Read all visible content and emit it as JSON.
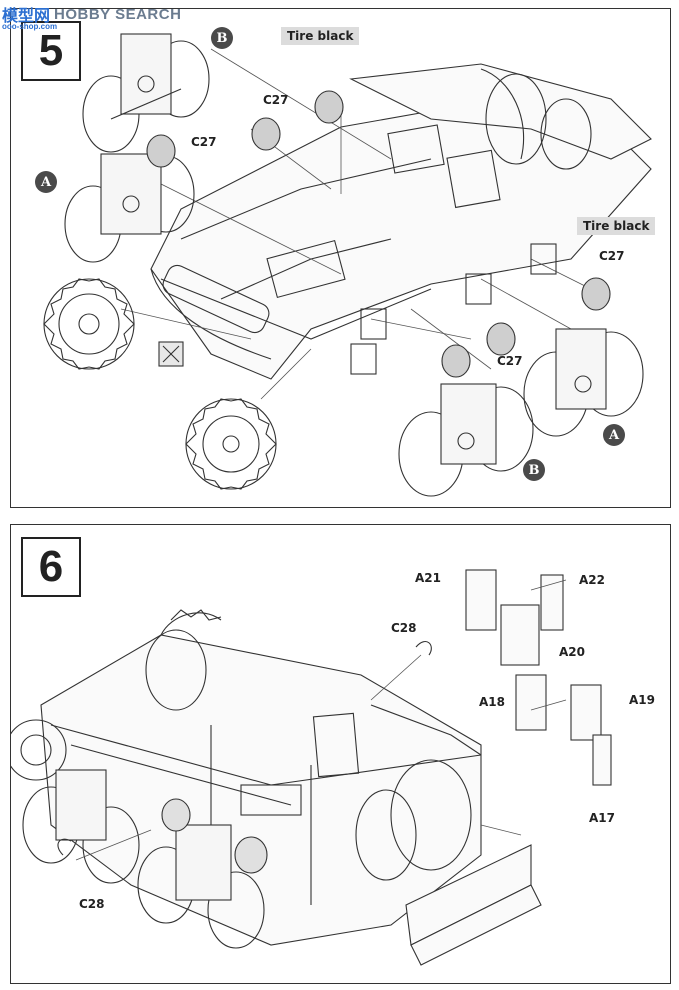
{
  "watermark": {
    "logo": "模型网",
    "text": "HOBBY SEARCH",
    "url": "ooo-shop.com"
  },
  "step5": {
    "number": "5",
    "labels": {
      "tire_black_top": "Tire black",
      "tire_black_right": "Tire black",
      "c27_a": "C27",
      "c27_b": "C27",
      "c27_c": "C27",
      "c27_d": "C27"
    },
    "refs": {
      "b_top": "B",
      "a_left": "A",
      "a_right": "A",
      "b_bottom": "B"
    }
  },
  "step6": {
    "number": "6",
    "labels": {
      "a21": "A21",
      "a22": "A22",
      "a20": "A20",
      "a18": "A18",
      "a19": "A19",
      "a17": "A17",
      "c28_top": "C28",
      "c28_left": "C28"
    }
  }
}
